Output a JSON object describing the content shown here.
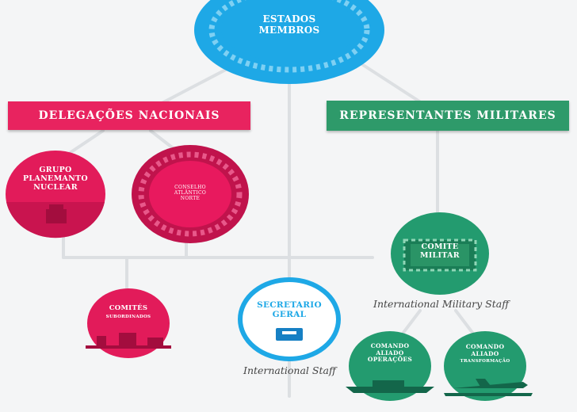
{
  "colors": {
    "background": "#f4f5f6",
    "line": "#dcdfe2",
    "blue": "#1ea8e6",
    "blue_dark": "#1680c4",
    "pink": "#e21b5a",
    "pink_dark": "#b8124a",
    "green": "#239b6f",
    "green_dark": "#17704f",
    "green_banner": "#2e9a6a",
    "pink_banner": "#e8235f"
  },
  "nodes": {
    "member_states": "ESTADOS\nMEMBROS",
    "nuclear_planning_group": "GRUPO\nPLANEMANTO\nNUCLEAR",
    "north_atlantic_council": "CONSELHO\nATLÂNTICO\nNORTE",
    "subordinate_committees_title": "COMITÉS",
    "subordinate_committees_sub": "SUBORDINADOS",
    "secretary_general": "SECRETARIO\nGERAL",
    "military_committee": "COMITE\nMILITAR",
    "allied_command_operations": "COMANDO\nALIADO\nOPERAÇÕES",
    "allied_command_transformation_title": "COMANDO\nALIADO",
    "allied_command_transformation_sub": "TRANSFORMAÇÃO"
  },
  "banners": {
    "national_delegations": "DELEGAÇÕES NACIONAIS",
    "military_representatives": "REPRESENTANTES MILITARES"
  },
  "captions": {
    "international_military_staff": "International Military Staff",
    "international_staff": "International Staff"
  },
  "icons": {
    "nuclear_group": "building-icon",
    "subordinate_committees": "industry-icon",
    "secretary_general": "inbox-tray-icon",
    "operations": "ship-icon",
    "transformation": "jet-icon"
  }
}
